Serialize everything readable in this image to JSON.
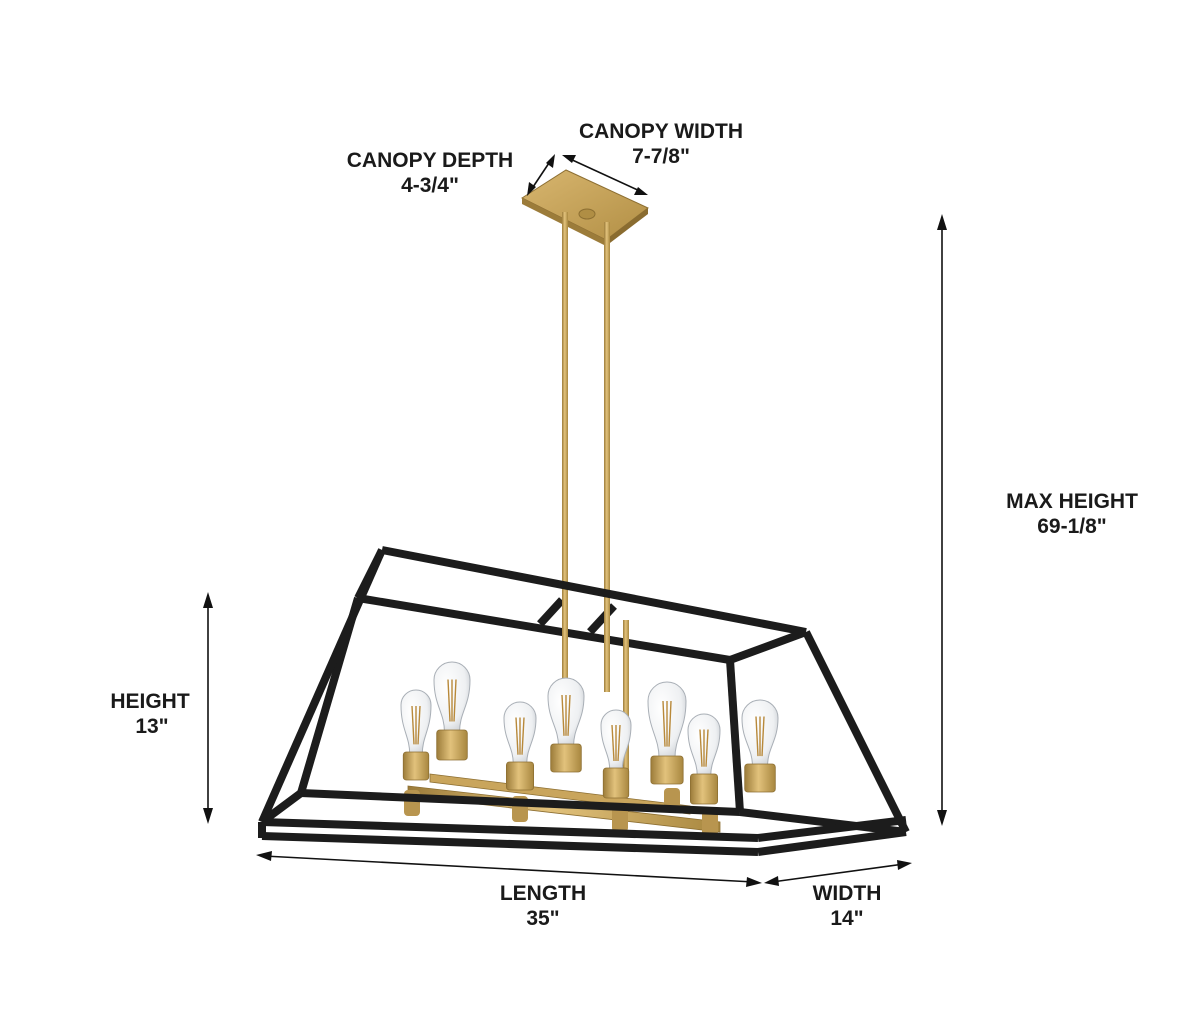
{
  "dimensions": {
    "canopy_depth": {
      "label": "CANOPY DEPTH",
      "value": "4-3/4\""
    },
    "canopy_width": {
      "label": "CANOPY WIDTH",
      "value": "7-7/8\""
    },
    "max_height": {
      "label": "MAX HEIGHT",
      "value": "69-1/8\""
    },
    "height": {
      "label": "HEIGHT",
      "value": "13\""
    },
    "length": {
      "label": "LENGTH",
      "value": "35\""
    },
    "width": {
      "label": "WIDTH",
      "value": "14\""
    }
  },
  "colors": {
    "frame": "#1c1c1c",
    "brass": "#c9a55c",
    "brass_dark": "#9c7c3a",
    "glass": "#e9ecef",
    "filament": "#b8893a",
    "text": "#1a1a1a"
  },
  "bulb_count": 8
}
